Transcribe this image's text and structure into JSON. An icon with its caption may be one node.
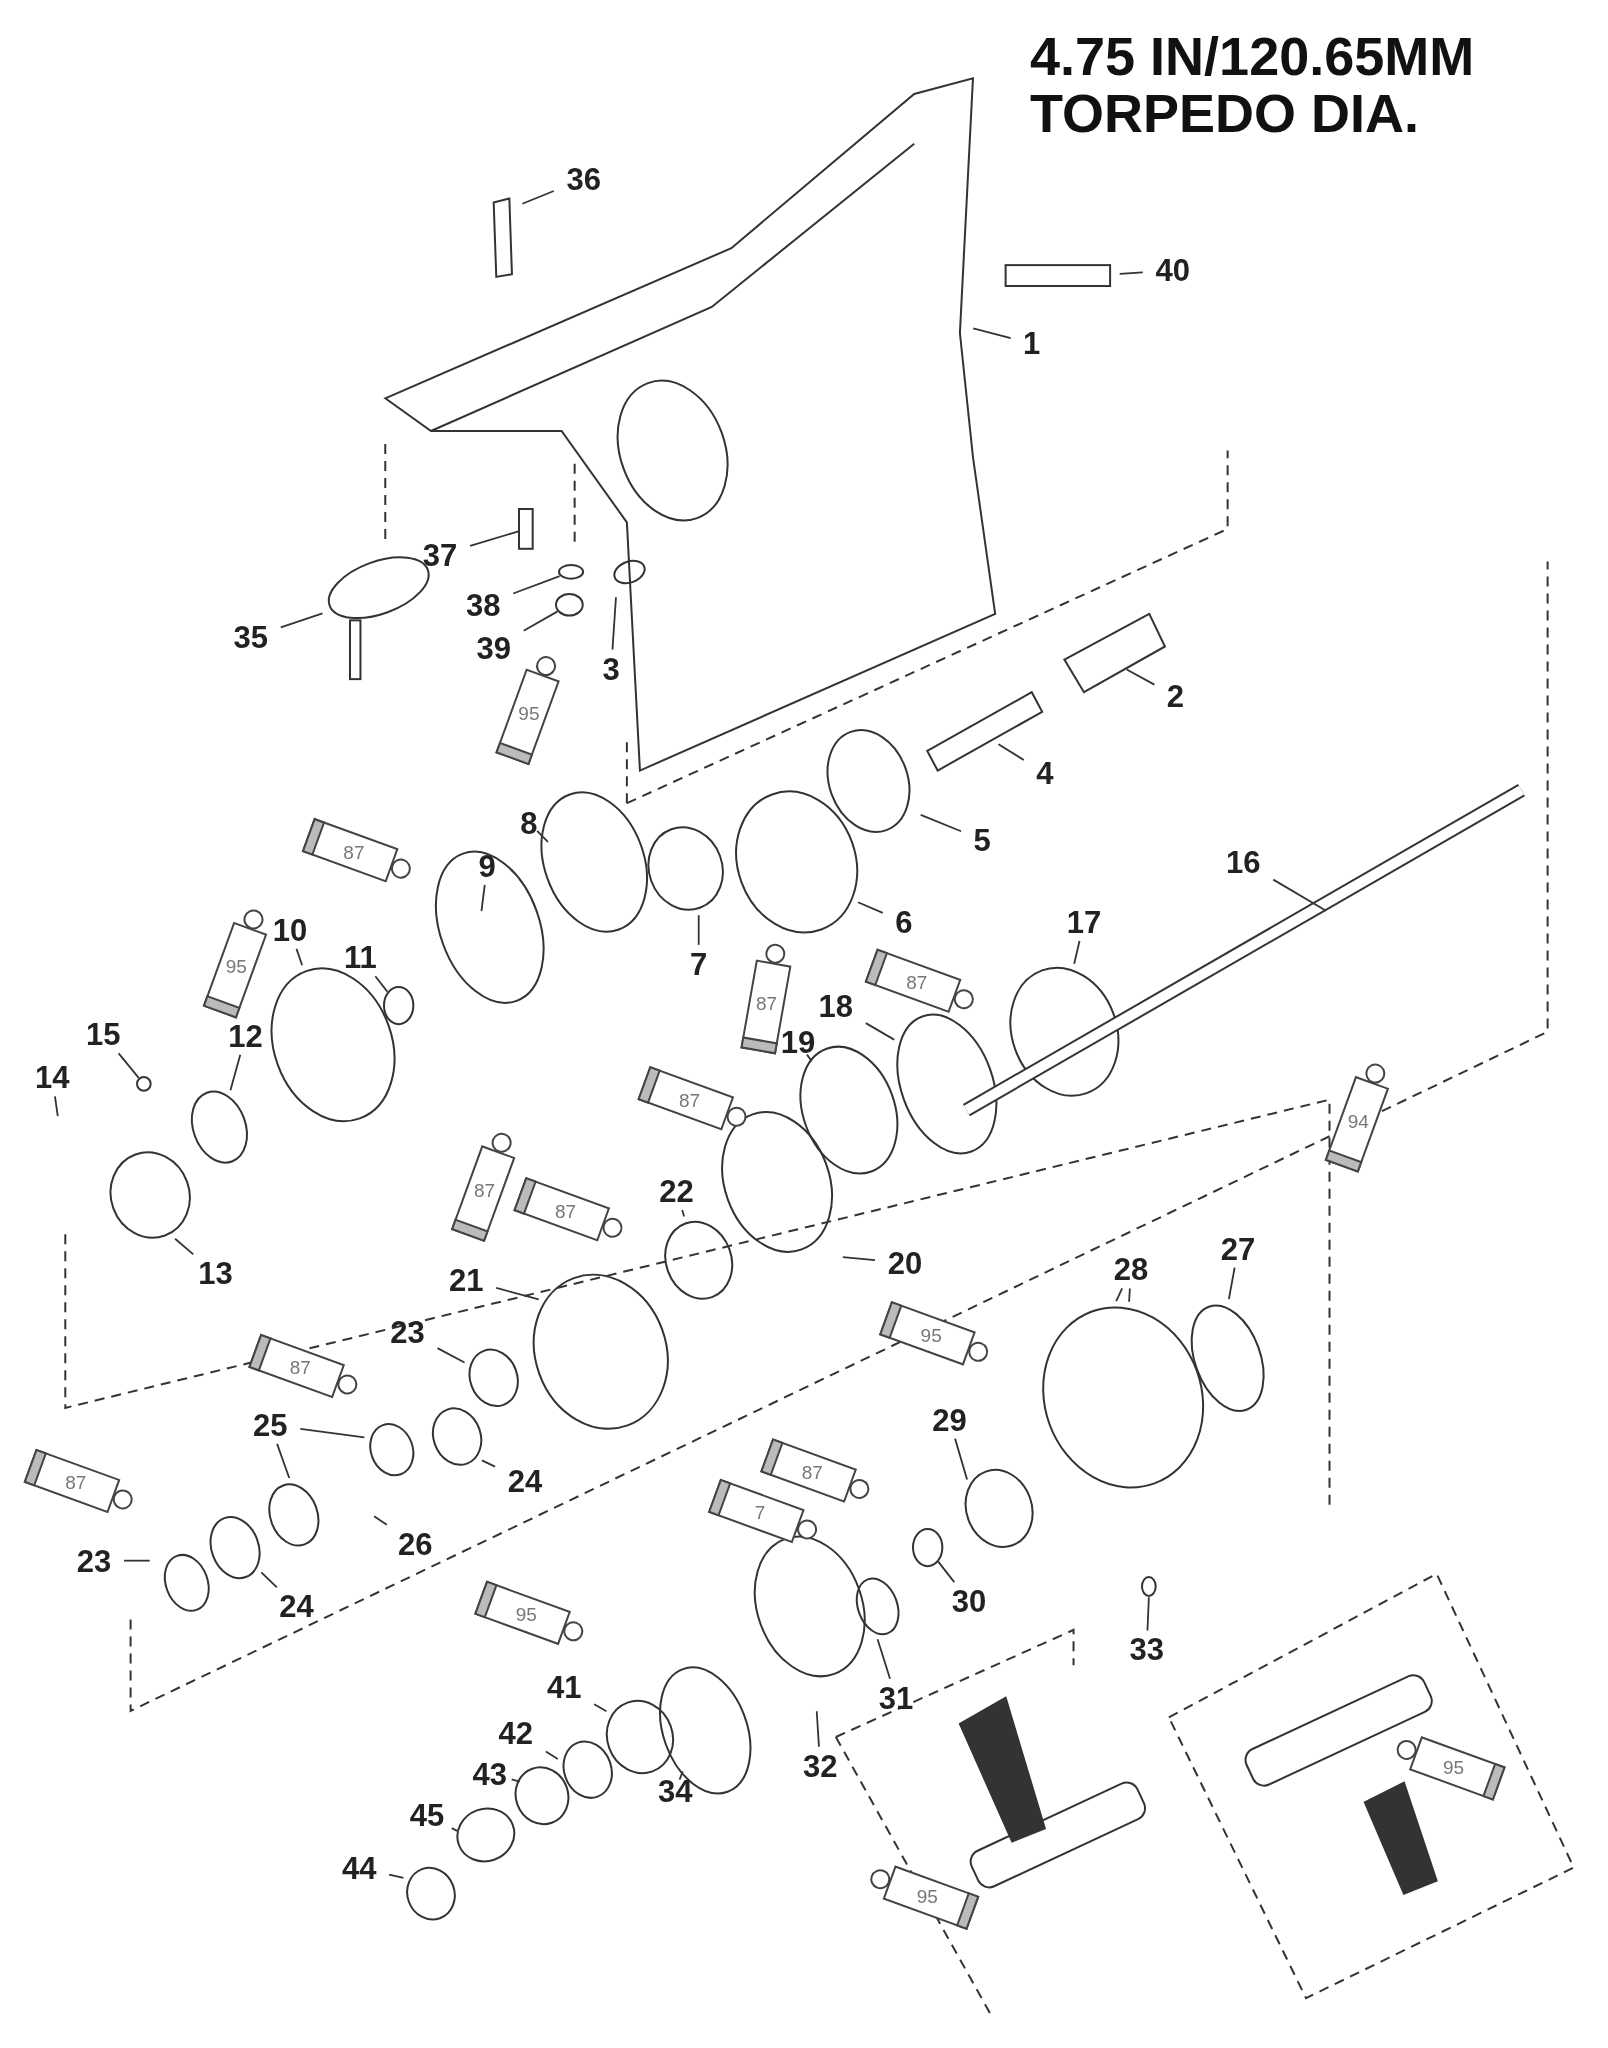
{
  "diagram": {
    "title": "4.75 IN/120.65MM TORPEDO DIA.",
    "nodes": [
      {
        "text": [
          "36"
        ]
      },
      {
        "text": [
          "40"
        ]
      },
      {
        "text": [
          "1"
        ]
      },
      {
        "text": [
          "37"
        ]
      },
      {
        "text": [
          "38"
        ]
      },
      {
        "text": [
          "35"
        ]
      },
      {
        "text": [
          "39"
        ]
      },
      {
        "text": [
          "3"
        ]
      },
      {
        "text": [
          "2"
        ]
      },
      {
        "text": [
          "4"
        ]
      },
      {
        "text": [
          "8"
        ]
      },
      {
        "text": [
          "5"
        ]
      },
      {
        "text": [
          "16"
        ]
      },
      {
        "text": [
          "9"
        ]
      },
      {
        "text": [
          "6"
        ]
      },
      {
        "text": [
          "17"
        ]
      },
      {
        "text": [
          "10"
        ]
      },
      {
        "text": [
          "11"
        ]
      },
      {
        "text": [
          "7"
        ]
      },
      {
        "text": [
          "18"
        ]
      },
      {
        "text": [
          "15"
        ]
      },
      {
        "text": [
          "12"
        ]
      },
      {
        "text": [
          "19"
        ]
      },
      {
        "text": [
          "14"
        ]
      },
      {
        "text": [
          "22"
        ]
      },
      {
        "text": [
          "27"
        ]
      },
      {
        "text": [
          "20"
        ]
      },
      {
        "text": [
          "13"
        ]
      },
      {
        "text": [
          "21"
        ]
      },
      {
        "text": [
          "28"
        ]
      },
      {
        "text": [
          "23"
        ]
      },
      {
        "text": [
          "29"
        ]
      },
      {
        "text": [
          "25"
        ]
      },
      {
        "text": [
          "24"
        ]
      },
      {
        "text": [
          "26"
        ]
      },
      {
        "text": [
          "23"
        ]
      },
      {
        "text": [
          "30"
        ]
      },
      {
        "text": [
          "24"
        ]
      },
      {
        "text": [
          "33"
        ]
      },
      {
        "text": [
          "41"
        ]
      },
      {
        "text": [
          "31"
        ]
      },
      {
        "text": [
          "42"
        ]
      },
      {
        "text": [
          "32"
        ]
      },
      {
        "text": [
          "43"
        ]
      },
      {
        "text": [
          "34"
        ]
      },
      {
        "text": [
          "45"
        ]
      },
      {
        "text": [
          "44"
        ]
      },
      {
        "text": [],
        "shape": "box"
      },
      {
        "text": [],
        "shape": "circle"
      },
      {
        "text": [],
        "shape": "circle"
      },
      {
        "text": [],
        "shape": "circle"
      },
      {
        "text": [],
        "shape": "circle"
      },
      {
        "text": [],
        "shape": "circle"
      },
      {
        "text": [],
        "shape": "circle"
      }
    ],
    "edges": [
      {
        "from": 0,
        "to": null,
        "arrow": "none"
      },
      {
        "from": 1,
        "to": null,
        "arrow": "none"
      },
      {
        "from": 2,
        "to": null,
        "arrow": "none"
      },
      {
        "from": 3,
        "to": 47,
        "arrow": "none"
      },
      {
        "from": 4,
        "to": 48,
        "arrow": "none"
      },
      {
        "from": 5,
        "to": null,
        "arrow": "none"
      },
      {
        "from": 6,
        "to": 49,
        "arrow": "none"
      },
      {
        "from": 7,
        "to": null,
        "arrow": "none"
      },
      {
        "from": 8,
        "to": null,
        "arrow": "none"
      },
      {
        "from": 9,
        "to": null,
        "arrow": "none"
      },
      {
        "from": 10,
        "to": null,
        "arrow": "none"
      },
      {
        "from": 11,
        "to": null,
        "arrow": "none"
      },
      {
        "from": 12,
        "to": null,
        "arrow": "none"
      },
      {
        "from": 13,
        "to": null,
        "arrow": "none"
      },
      {
        "from": 14,
        "to": null,
        "arrow": "none"
      },
      {
        "from": 15,
        "to": null,
        "arrow": "none"
      },
      {
        "from": 16,
        "to": null,
        "arrow": "none"
      },
      {
        "from": 17,
        "to": 50,
        "arrow": "none"
      },
      {
        "from": 18,
        "to": null,
        "arrow": "none"
      },
      {
        "from": 19,
        "to": null,
        "arrow": "none"
      },
      {
        "from": 20,
        "to": 51,
        "arrow": "none"
      },
      {
        "from": 21,
        "to": null,
        "arrow": "none"
      },
      {
        "from": 22,
        "to": null,
        "arrow": "none"
      },
      {
        "from": 23,
        "to": null,
        "arrow": "none"
      },
      {
        "from": 24,
        "to": null,
        "arrow": "none"
      },
      {
        "from": 25,
        "to": null,
        "arrow": "none"
      },
      {
        "from": 26,
        "to": null,
        "arrow": "none"
      },
      {
        "from": 27,
        "to": null,
        "arrow": "none"
      },
      {
        "from": 28,
        "to": null,
        "arrow": "none"
      },
      {
        "from": 29,
        "to": null,
        "arrow": "none"
      },
      {
        "from": 29,
        "to": null,
        "arrow": "none"
      },
      {
        "from": 30,
        "to": null,
        "arrow": "none"
      },
      {
        "from": 31,
        "to": null,
        "arrow": "none"
      },
      {
        "from": 32,
        "to": null,
        "arrow": "none"
      },
      {
        "from": 32,
        "to": null,
        "arrow": "none"
      },
      {
        "from": 33,
        "to": null,
        "arrow": "none"
      },
      {
        "from": 34,
        "to": null,
        "arrow": "none"
      },
      {
        "from": 35,
        "to": null,
        "arrow": "none"
      },
      {
        "from": 36,
        "to": 52,
        "arrow": "none"
      },
      {
        "from": 37,
        "to": null,
        "arrow": "none"
      },
      {
        "from": 38,
        "to": 53,
        "arrow": "none"
      },
      {
        "from": 39,
        "to": null,
        "arrow": "none"
      },
      {
        "from": 40,
        "to": null,
        "arrow": "none"
      },
      {
        "from": 41,
        "to": null,
        "arrow": "none"
      },
      {
        "from": 42,
        "to": null,
        "arrow": "none"
      },
      {
        "from": 43,
        "to": null,
        "arrow": "none"
      },
      {
        "from": 44,
        "to": null,
        "arrow": "none"
      },
      {
        "from": 45,
        "to": null,
        "arrow": "none"
      },
      {
        "from": 46,
        "to": null,
        "arrow": "none"
      }
    ],
    "labels": [
      "95",
      "87",
      "95",
      "87",
      "87",
      "87",
      "94",
      "87",
      "87",
      "95",
      "87",
      "87",
      "87",
      "7",
      "95",
      "95",
      "95"
    ]
  }
}
